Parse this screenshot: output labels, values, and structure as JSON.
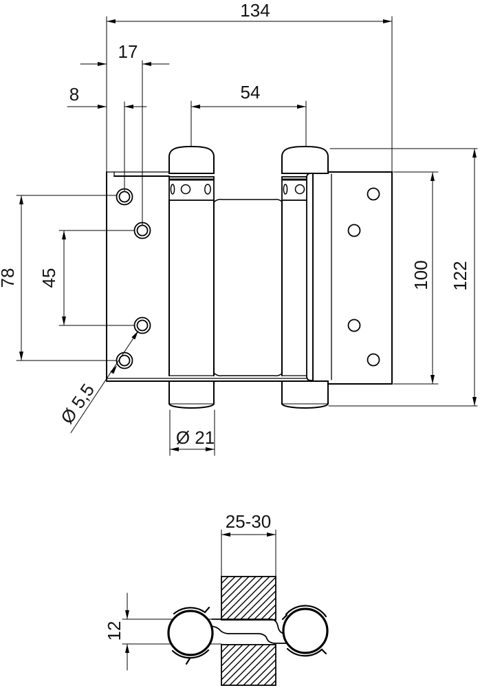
{
  "drawing": {
    "front_view": {
      "dim_overall_width": "134",
      "dim_hole_col_outer": "17",
      "dim_hole_col_inner": "8",
      "dim_pin_spacing": "54",
      "dim_hole_span_outer": "78",
      "dim_hole_span_inner": "45",
      "dim_screw_hole_diameter": "Ø 5,5",
      "dim_barrel_diameter": "Ø 21",
      "dim_leaf_height": "100",
      "dim_overall_height": "122"
    },
    "section_view": {
      "dim_door_thickness": "25-30",
      "dim_leaf_clearance": "12"
    },
    "colors": {
      "line": "#000000",
      "background": "#ffffff"
    }
  }
}
